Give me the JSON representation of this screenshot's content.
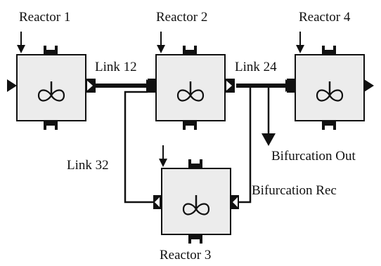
{
  "diagram": {
    "reactors": [
      {
        "id": "r1",
        "label": "Reactor 1"
      },
      {
        "id": "r2",
        "label": "Reactor 2"
      },
      {
        "id": "r3",
        "label": "Reactor 3"
      },
      {
        "id": "r4",
        "label": "Reactor 4"
      }
    ],
    "links": {
      "link12": "Link 12",
      "link24": "Link 24",
      "link32": "Link 32",
      "bifurcation_out": "Bifurcation Out",
      "bifurcation_rec": "Bifurcation Rec"
    },
    "colors": {
      "block_fill": "#ececec",
      "stroke": "#111111"
    }
  }
}
